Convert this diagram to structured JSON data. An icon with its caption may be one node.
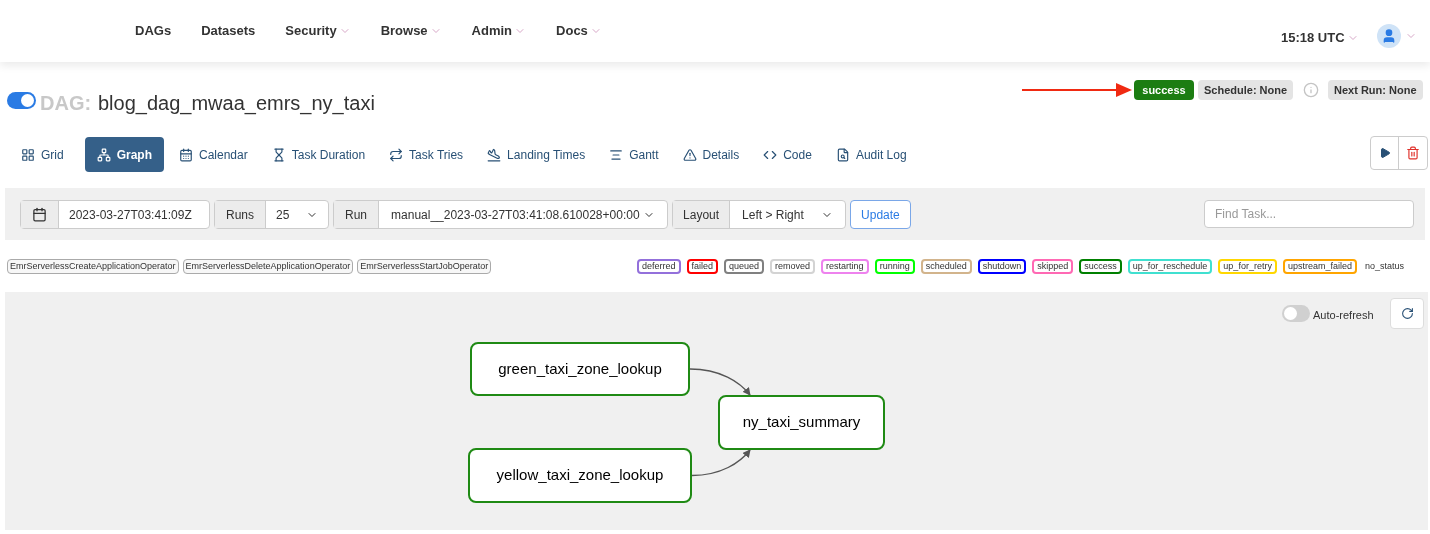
{
  "diagram": {
    "nodes": [
      {
        "text": [
          "green_taxi_zone_lookup"
        ]
      },
      {
        "text": [
          "yellow_taxi_zone_lookup"
        ]
      },
      {
        "text": [
          "ny_taxi_summary"
        ]
      },
      {
        "text": [
          "success"
        ]
      }
    ],
    "edges": [
      {
        "from": 0,
        "to": 2,
        "arrow": "to"
      },
      {
        "from": 1,
        "to": 2,
        "arrow": "to"
      },
      {
        "from": null,
        "to": 3,
        "arrow": "to",
        "color": "#f02a12"
      }
    ],
    "labels": [
      "DAGs",
      "Datasets",
      "Security",
      "Browse",
      "Admin",
      "Docs",
      "15:18 UTC",
      "DAG:",
      "blog_dag_mwaa_emrs_ny_taxi",
      "Schedule: None",
      "Next Run: None",
      "Grid",
      "Graph",
      "Calendar",
      "Task Duration",
      "Task Tries",
      "Landing Times",
      "Gantt",
      "Details",
      "Code",
      "Audit Log",
      "2023-03-27T03:41:09Z",
      "Runs",
      "25",
      "Run",
      "manual__2023-03-27T03:41:08.610028+00:00",
      "Layout",
      "Left > Right",
      "Update",
      "Find Task...",
      "EmrServerlessCreateApplicationOperator",
      "EmrServerlessDeleteApplicationOperator",
      "EmrServerlessStartJobOperator",
      "Auto-refresh"
    ],
    "legend": [
      {
        "text": "deferred",
        "color": "#9370db"
      },
      {
        "text": "failed",
        "color": "#ff0000"
      },
      {
        "text": "queued",
        "color": "#808080"
      },
      {
        "text": "removed",
        "color": "#d3d3d3"
      },
      {
        "text": "restarting",
        "color": "#ee82ee"
      },
      {
        "text": "running",
        "color": "#00ff00"
      },
      {
        "text": "scheduled",
        "color": "#d2b48c"
      },
      {
        "text": "shutdown",
        "color": "#0000ff"
      },
      {
        "text": "skipped",
        "color": "#ff69b4"
      },
      {
        "text": "success",
        "color": "#008000"
      },
      {
        "text": "up_for_reschedule",
        "color": "#40e0d0"
      },
      {
        "text": "up_for_retry",
        "color": "#ffd700"
      },
      {
        "text": "upstream_failed",
        "color": "#ffa500"
      },
      {
        "text": "no_status"
      }
    ]
  }
}
